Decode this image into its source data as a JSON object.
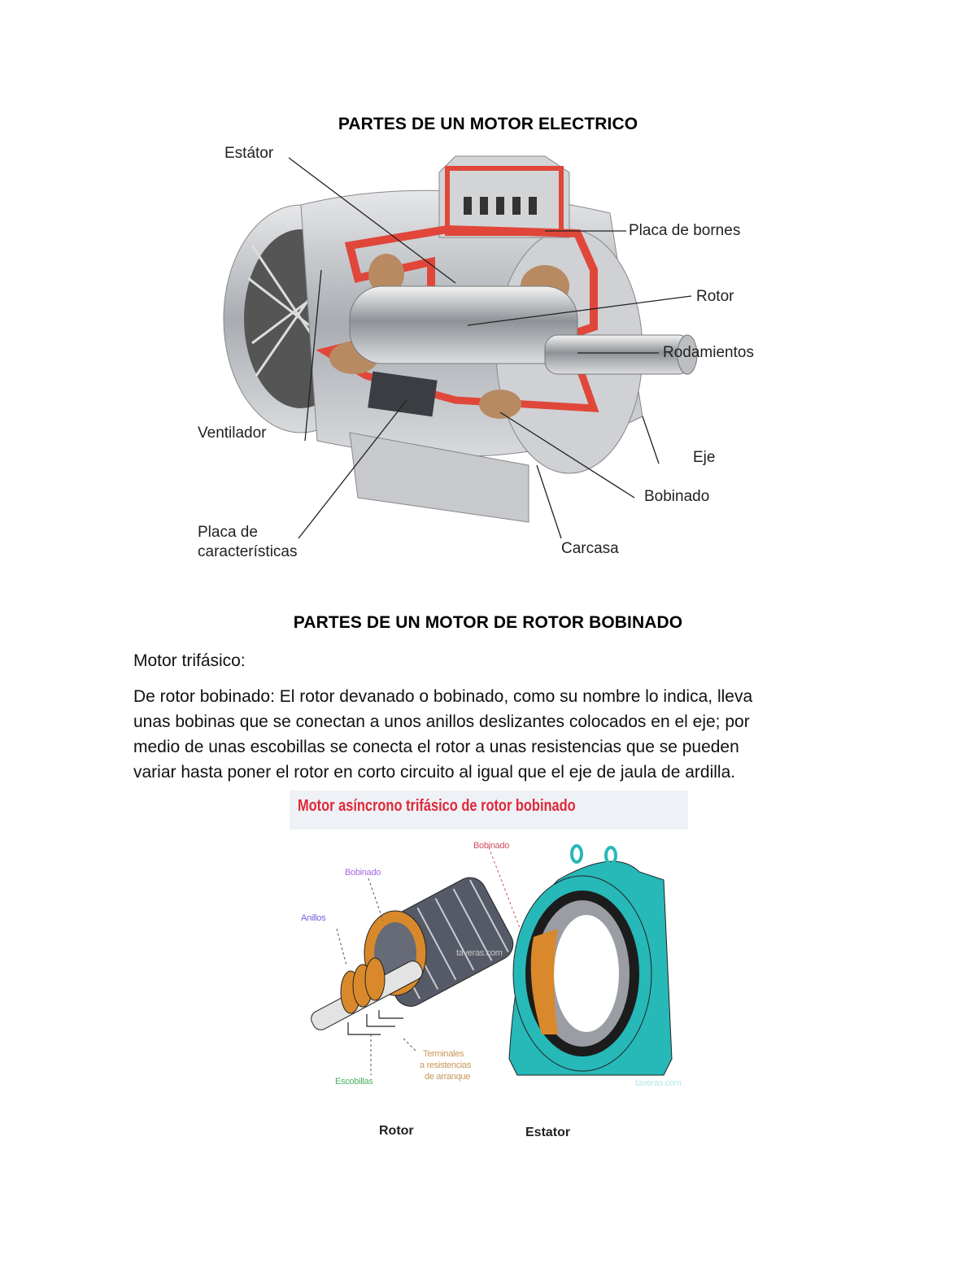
{
  "document": {
    "heading1": "PARTES DE UN MOTOR ELECTRICO",
    "heading2": "PARTES DE UN MOTOR DE ROTOR BOBINADO",
    "subheading": "Motor trifásico:",
    "paragraph_lines": [
      "De rotor bobinado: El rotor devanado o bobinado, como su nombre lo indica, lleva",
      "unas bobinas que se conectan a unos anillos deslizantes colocados en el eje; por",
      "medio de unas escobillas se conecta el rotor a unas resistencias que se pueden",
      "variar hasta poner el rotor en corto circuito al igual que el eje de jaula de ardilla."
    ]
  },
  "figure1": {
    "description": "Cutaway illustration of an electric motor with labeled parts",
    "labels": {
      "estator": "Estátor",
      "placa_bornes": "Placa de bornes",
      "rotor": "Rotor",
      "rodamientos": "Rodamientos",
      "ventilador": "Ventilador",
      "eje": "Eje",
      "bobinado": "Bobinado",
      "placa_caract_1": "Placa de",
      "placa_caract_2": "características",
      "carcasa": "Carcasa"
    },
    "colors": {
      "cutaway": "#e0473a",
      "metal": "#b9bcc0",
      "winding": "#b88a62"
    }
  },
  "figure2": {
    "title": "Motor asíncrono trifásico de rotor bobinado",
    "title_color": "#e0283a",
    "labels": {
      "bobinado_rotor": "Bobinado",
      "anillos": "Anillos",
      "escobillas": "Escobillas",
      "terminales_1": "Terminales",
      "terminales_2": "a resistencias",
      "terminales_3": "de arranque",
      "bobinado_estator": "Bobinado",
      "rotor": "Rotor",
      "estator": "Estator",
      "watermark": "taveras.com"
    },
    "colors": {
      "stator_body": "#27b8b8",
      "winding": "#d9892b",
      "core": "#555a66"
    }
  }
}
